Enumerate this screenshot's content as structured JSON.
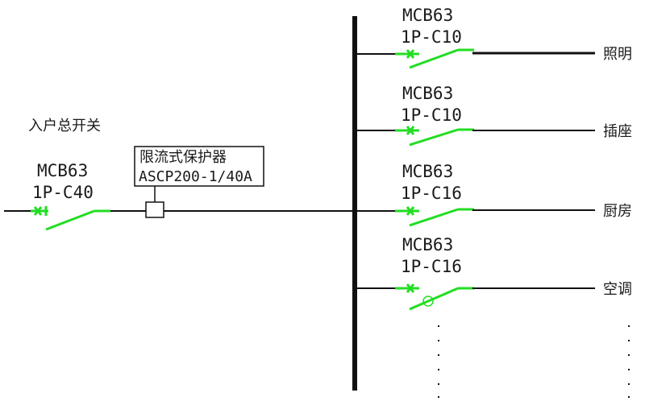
{
  "main_switch": {
    "caption": "入户总开关",
    "model": "MCB63",
    "rating": "1P-C40"
  },
  "protector": {
    "name": "限流式保护器",
    "model": "ASCP200-1/40A"
  },
  "branches": [
    {
      "model": "MCB63",
      "rating": "1P-C10",
      "load": "照明"
    },
    {
      "model": "MCB63",
      "rating": "1P-C10",
      "load": "插座"
    },
    {
      "model": "MCB63",
      "rating": "1P-C16",
      "load": "厨房"
    },
    {
      "model": "MCB63",
      "rating": "1P-C16",
      "load": "空调"
    }
  ],
  "colors": {
    "line": "#111111",
    "breaker": "#22dd22"
  }
}
